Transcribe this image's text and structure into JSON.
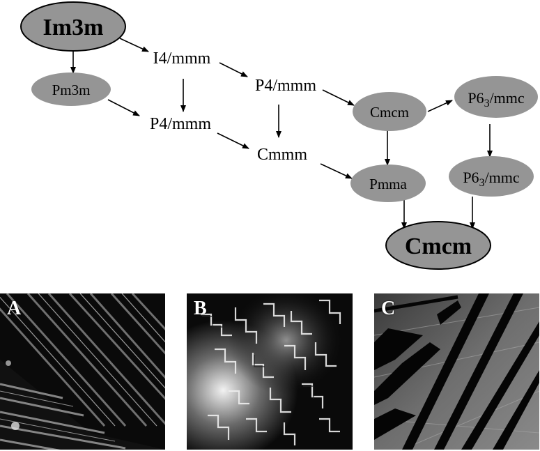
{
  "colors": {
    "node_fill": "#959595",
    "node_stroke": "#000000",
    "arrow": "#000000",
    "panel_letter": "#ffffff"
  },
  "diagram": {
    "nodes": {
      "im3m": "Im3m",
      "pm3m": "Pm3m",
      "i4mmm": "I4/mmm",
      "p4mmm_left": "P4/mmm",
      "p4mmm_right": "P4/mmm",
      "cmmm": "Cmmm",
      "cmcm_mid": "Cmcm",
      "p63mmc_top": {
        "main": "P6",
        "sub": "3",
        "rest": "/mmc"
      },
      "p63mmc_bottom": {
        "main": "P6",
        "sub": "3",
        "rest": "/mmc"
      },
      "pmma": "Pmma",
      "cmcm_final": "Cmcm"
    }
  },
  "panels": [
    {
      "letter": "A",
      "texture": "striated-domains"
    },
    {
      "letter": "B",
      "texture": "stepped-domain-walls"
    },
    {
      "letter": "C",
      "texture": "diagonal-bands"
    }
  ]
}
